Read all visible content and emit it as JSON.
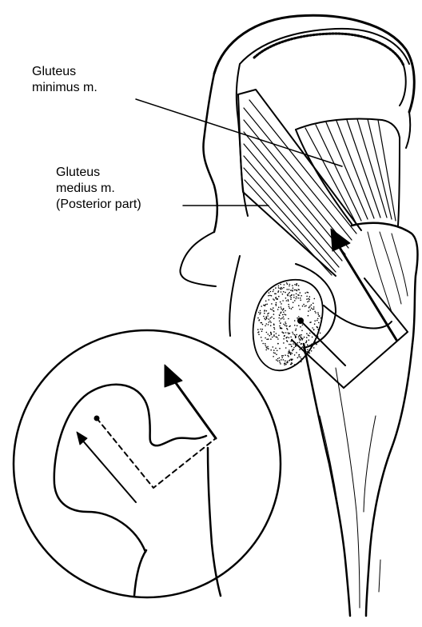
{
  "labels": {
    "gluteus_minimus": [
      "Gluteus",
      "minimus m."
    ],
    "gluteus_medius": [
      "Gluteus",
      "medius m.",
      "(Posterior part)"
    ]
  },
  "colors": {
    "ink": "#000000",
    "paper": "#ffffff"
  }
}
